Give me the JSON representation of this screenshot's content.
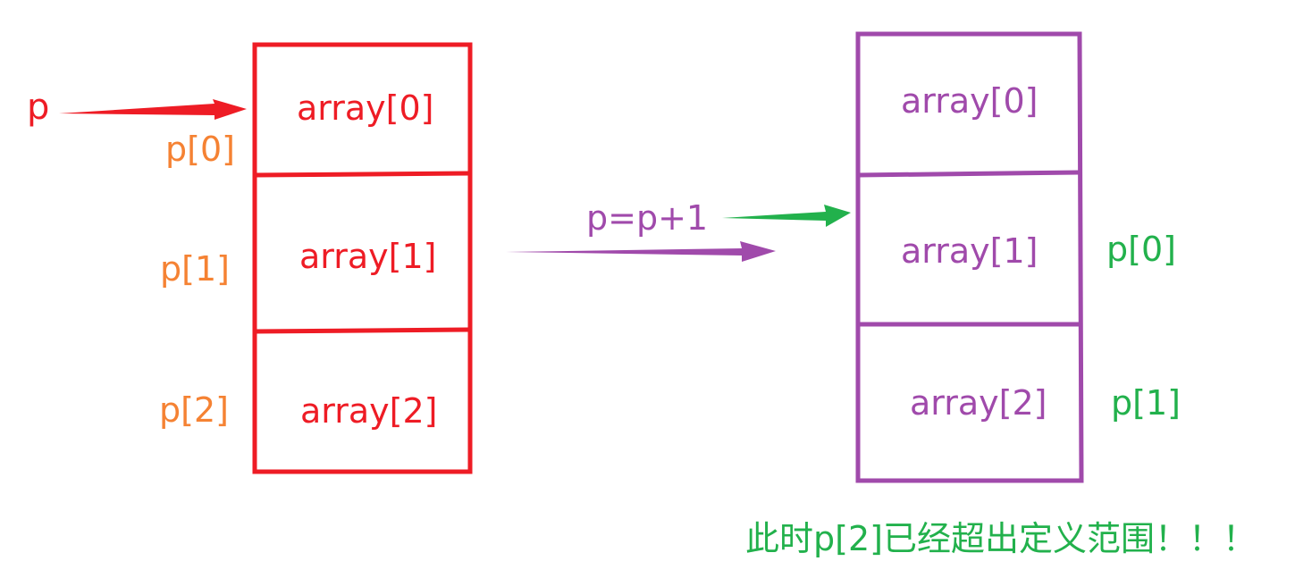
{
  "colors": {
    "red": "#ee1c25",
    "orange": "#f58233",
    "purple": "#a04aab",
    "green": "#22b14c"
  },
  "pointer_label": "p",
  "left_array": {
    "cells": [
      "array[0]",
      "array[1]",
      "array[2]"
    ],
    "index_labels": [
      "p[0]",
      "p[1]",
      "p[2]"
    ]
  },
  "transition_label": "p=p+1",
  "right_array": {
    "cells": [
      "array[0]",
      "array[1]",
      "array[2]"
    ],
    "index_labels": [
      "p[0]",
      "p[1]"
    ]
  },
  "note": "此时p[2]已经超出定义范围！！！"
}
